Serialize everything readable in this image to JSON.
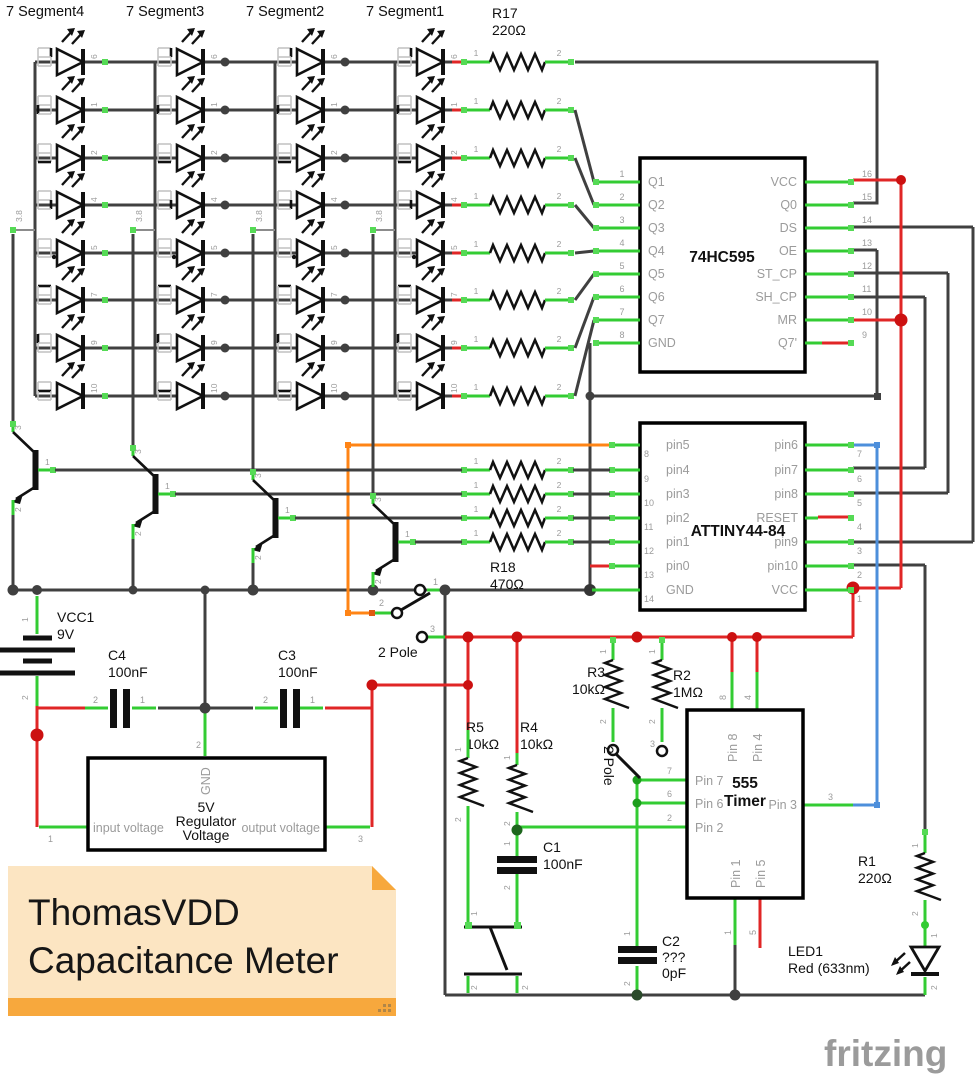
{
  "title": "ThomasVDD Capacitance Meter schematic",
  "colors": {
    "wire": "#404040",
    "green": "#33cc33",
    "pad": "#55da55",
    "red": "#e02626",
    "orange": "#ff8415",
    "blue": "#4d8fdb",
    "gray_label": "#9b9b9b",
    "note_body": "#fce5c2",
    "note_accent": "#f7a83d",
    "logo": "#9b9b9b"
  },
  "segments": {
    "headers": [
      "7 Segment4",
      "7 Segment3",
      "7 Segment2",
      "7 Segment1"
    ],
    "led_pins": [
      "6",
      "1",
      "2",
      "4",
      "5",
      "7",
      "9",
      "10"
    ],
    "common_pin": "3.8"
  },
  "resistors": {
    "pad1": "1",
    "pad2": "2",
    "r17": [
      "R17",
      "220Ω"
    ],
    "r18": [
      "R18",
      "470Ω"
    ],
    "r1": [
      "R1",
      "220Ω"
    ],
    "r2": [
      "R2",
      "1MΩ"
    ],
    "r3": [
      "R3",
      "10kΩ"
    ],
    "r4": [
      "R4",
      "10kΩ"
    ],
    "r5": [
      "R5",
      "10kΩ"
    ]
  },
  "ic595": {
    "name": "74HC595",
    "left": [
      [
        "1",
        "Q1"
      ],
      [
        "2",
        "Q2"
      ],
      [
        "3",
        "Q3"
      ],
      [
        "4",
        "Q4"
      ],
      [
        "5",
        "Q5"
      ],
      [
        "6",
        "Q6"
      ],
      [
        "7",
        "Q7"
      ],
      [
        "8",
        "GND"
      ]
    ],
    "right": [
      [
        "16",
        "VCC"
      ],
      [
        "15",
        "Q0"
      ],
      [
        "14",
        "DS"
      ],
      [
        "13",
        "OE"
      ],
      [
        "12",
        "ST_CP"
      ],
      [
        "11",
        "SH_CP"
      ],
      [
        "10",
        "MR"
      ],
      [
        "9",
        "Q7'"
      ]
    ]
  },
  "attiny": {
    "name": "ATTINY44-84",
    "left": [
      [
        "8",
        "pin5"
      ],
      [
        "9",
        "pin4"
      ],
      [
        "10",
        "pin3"
      ],
      [
        "11",
        "pin2"
      ],
      [
        "12",
        "pin1"
      ],
      [
        "13",
        "pin0"
      ],
      [
        "14",
        "GND"
      ]
    ],
    "right": [
      [
        "7",
        "pin6"
      ],
      [
        "6",
        "pin7"
      ],
      [
        "5",
        "pin8"
      ],
      [
        "4",
        "RESET"
      ],
      [
        "3",
        "pin9"
      ],
      [
        "2",
        "pin10"
      ],
      [
        "1",
        "VCC"
      ]
    ]
  },
  "timer555": {
    "name": [
      "555",
      "Timer"
    ],
    "top": [
      [
        "8",
        "Pin 8"
      ],
      [
        "4",
        "Pin 4"
      ]
    ],
    "left": [
      [
        "7",
        "Pin 7"
      ],
      [
        "6",
        "Pin 6"
      ],
      [
        "2",
        "Pin 2"
      ]
    ],
    "right": [
      [
        "3",
        "Pin 3"
      ]
    ],
    "bottom": [
      [
        "1",
        "Pin 1"
      ],
      [
        "5",
        "Pin 5"
      ]
    ]
  },
  "regulator": {
    "gnd": "GND",
    "title": [
      "5V",
      "Regulator",
      "Voltage"
    ],
    "input": "input voltage",
    "output": "output voltage",
    "pins": [
      "1",
      "2",
      "3"
    ]
  },
  "battery": {
    "name": "VCC1",
    "value": "9V",
    "pins": [
      "1",
      "2"
    ]
  },
  "caps": {
    "c1": [
      "C1",
      "100nF"
    ],
    "c2": [
      "C2",
      "???",
      "0pF"
    ],
    "c3": [
      "C3",
      "100nF"
    ],
    "c4": [
      "C4",
      "100nF"
    ],
    "pin1": "1",
    "pin2": "2"
  },
  "switches": {
    "label": "2 Pole",
    "pins": [
      "1",
      "2",
      "3"
    ]
  },
  "transistor": {
    "pins": [
      "3",
      "1",
      "2"
    ]
  },
  "led1": {
    "name": "LED1",
    "desc": "Red (633nm)"
  },
  "note": {
    "lines": [
      "ThomasVDD",
      "Capacitance Meter"
    ]
  },
  "logo": {
    "text": "fritzing"
  }
}
